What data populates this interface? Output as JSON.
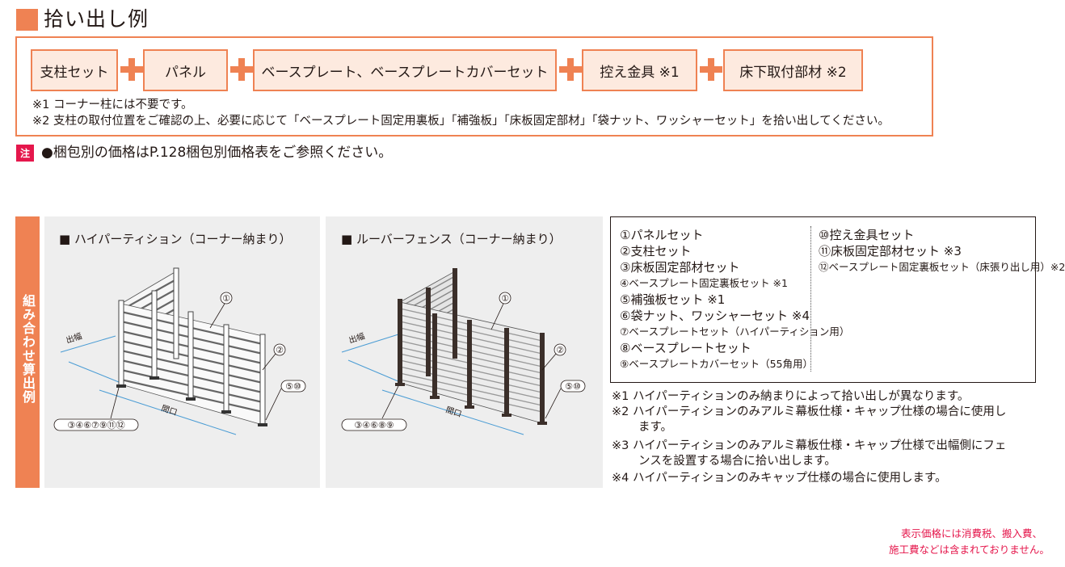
{
  "section": {
    "title": "拾い出し例"
  },
  "components": [
    {
      "label": "支柱セット"
    },
    {
      "label": "パネル"
    },
    {
      "label": "ベースプレート、ベースプレートカバーセット"
    },
    {
      "label": "控え金具 ※1"
    },
    {
      "label": "床下取付部材 ※2"
    }
  ],
  "box_notes": [
    "※1 コーナー柱には不要です。",
    "※2 支柱の取付位置をご確認の上、必要に応じて「ベースプレート固定用裏板」「補強板」「床板固定部材」「袋ナット、ワッシャーセット」を拾い出してください。"
  ],
  "caution": {
    "badge": "注",
    "text": "●梱包別の価格はP.128梱包別価格表をご参照ください。"
  },
  "side_label": "組み合わせ算出例",
  "panels": [
    {
      "title": "■ ハイパーティション（コーナー納まり）",
      "callouts": {
        "c1": "①",
        "c2": "②",
        "c3": "⑤⑩",
        "c4": "③④⑥⑦⑨⑪⑫"
      },
      "dims": {
        "depth": "出幅",
        "width": "間口"
      }
    },
    {
      "title": "■ ルーバーフェンス（コーナー納まり）",
      "callouts": {
        "c1": "①",
        "c2": "②",
        "c3": "⑤⑩",
        "c4": "③④⑥⑧⑨"
      },
      "dims": {
        "depth": "出幅",
        "width": "間口"
      }
    }
  ],
  "parts_list": {
    "left": [
      "①パネルセット",
      "②支柱セット",
      "③床板固定部材セット",
      "④ベースプレート固定裏板セット ※1",
      "⑤補強板セット ※1",
      "⑥袋ナット、ワッシャーセット ※4",
      "⑦ベースプレートセット（ハイパーティション用）",
      "⑧ベースプレートセット",
      "⑨ベースプレートカバーセット（55角用）"
    ],
    "right": [
      "⑩控え金具セット",
      "⑪床板固定部材セット ※3",
      "⑫ベースプレート固定裏板セット（床張り出し用）※2"
    ]
  },
  "footnotes": [
    "※1 ハイパーティションのみ納まりによって拾い出しが異なります。",
    "※2 ハイパーティションのみアルミ幕板仕様・キャップ仕様の場合に使用し",
    "ます。",
    "※3 ハイパーティションのみアルミ幕板仕様・キャップ仕様で出幅側にフェ",
    "ンスを設置する場合に拾い出します。",
    "※4 ハイパーティションのみキャップ仕様の場合に使用します。"
  ],
  "price_note": [
    "表示価格には消費税、搬入費、",
    "施工費などは含まれておりません。"
  ],
  "colors": {
    "accent": "#ef8253",
    "accent_light": "#fdeadf",
    "red": "#e5174c",
    "panel_bg": "#eeeeee",
    "post_dark": "#3b2f2a"
  }
}
